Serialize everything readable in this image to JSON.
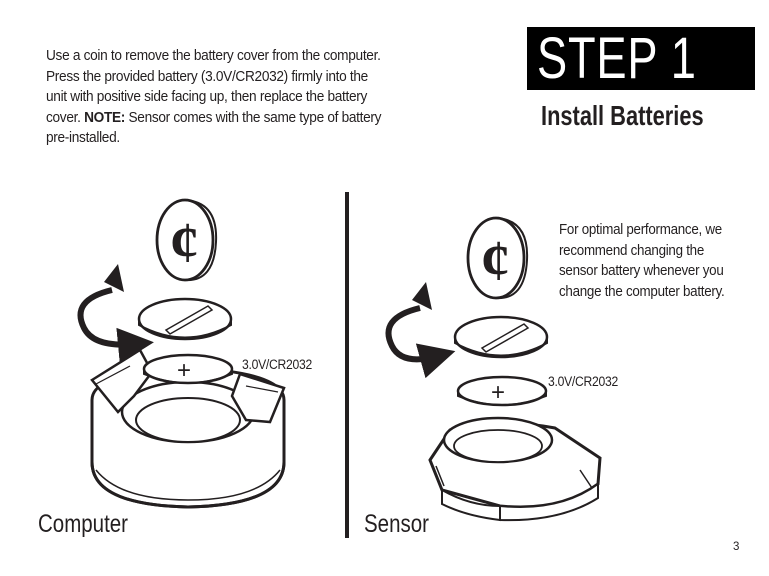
{
  "intro": {
    "text_before": "Use a coin to remove the battery cover from the computer. Press the provided battery (3.0V/CR2032) firmly into the unit with positive side facing up, then replace the battery cover. ",
    "note_label": "NOTE:",
    "text_after": " Sensor comes with the same type of battery pre-installed."
  },
  "step": {
    "title": "STEP 1",
    "subtitle": "Install Batteries"
  },
  "sensor_note": "For optimal performance, we recommend changing the sensor battery whenever you change the computer battery.",
  "computer": {
    "battery_label": "3.0V/CR2032",
    "caption": "Computer",
    "coin_symbol": "¢",
    "battery_symbol": "+"
  },
  "sensor": {
    "battery_label": "3.0V/CR2032",
    "caption": "Sensor",
    "coin_symbol": "¢",
    "battery_symbol": "+"
  },
  "page_number": "3",
  "colors": {
    "ink": "#231f20",
    "step_box": "#000000",
    "step_text": "#ffffff"
  }
}
